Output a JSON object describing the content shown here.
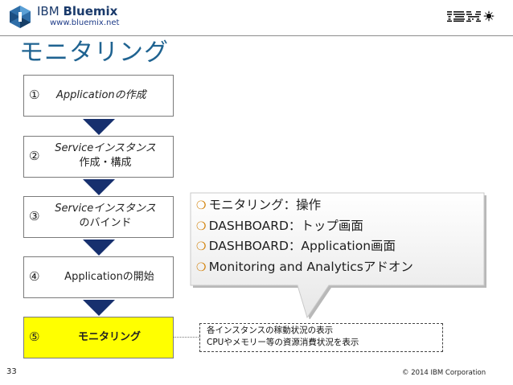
{
  "header": {
    "brand_prefix": "IBM",
    "brand_name": "Bluemix",
    "brand_url": "www.bluemix.net",
    "logo_mark": "Bluemix hexagon logo",
    "corporate_logo": "IBM"
  },
  "title": "モニタリング",
  "steps": [
    {
      "number": "①",
      "text": "Applicationの作成",
      "line2": ""
    },
    {
      "number": "②",
      "text": "Serviceインスタンス",
      "line2": "作成・構成"
    },
    {
      "number": "③",
      "text": "Serviceインスタンス",
      "line2": "のバインド"
    },
    {
      "number": "④",
      "text": "Applicationの開始",
      "line2": ""
    },
    {
      "number": "⑤",
      "text": "モニタリング",
      "line2": ""
    }
  ],
  "callout": {
    "items": [
      "モニタリング：操作",
      "DASHBOARD：トップ画面",
      "DASHBOARD：Application画面",
      "Monitoring and Analyticsアドオン"
    ],
    "bullet": "❍"
  },
  "note": {
    "line1": "各インスタンスの稼動状況の表示",
    "line2": "CPUやメモリー等の資源消費状況を表示"
  },
  "footer": {
    "page_number": "33",
    "copyright": "© 2014 IBM Corporation"
  },
  "colors": {
    "title": "#1f6391",
    "arrow": "#17306e",
    "highlight_step": "#ffff00",
    "bullet": "#d17d00"
  }
}
